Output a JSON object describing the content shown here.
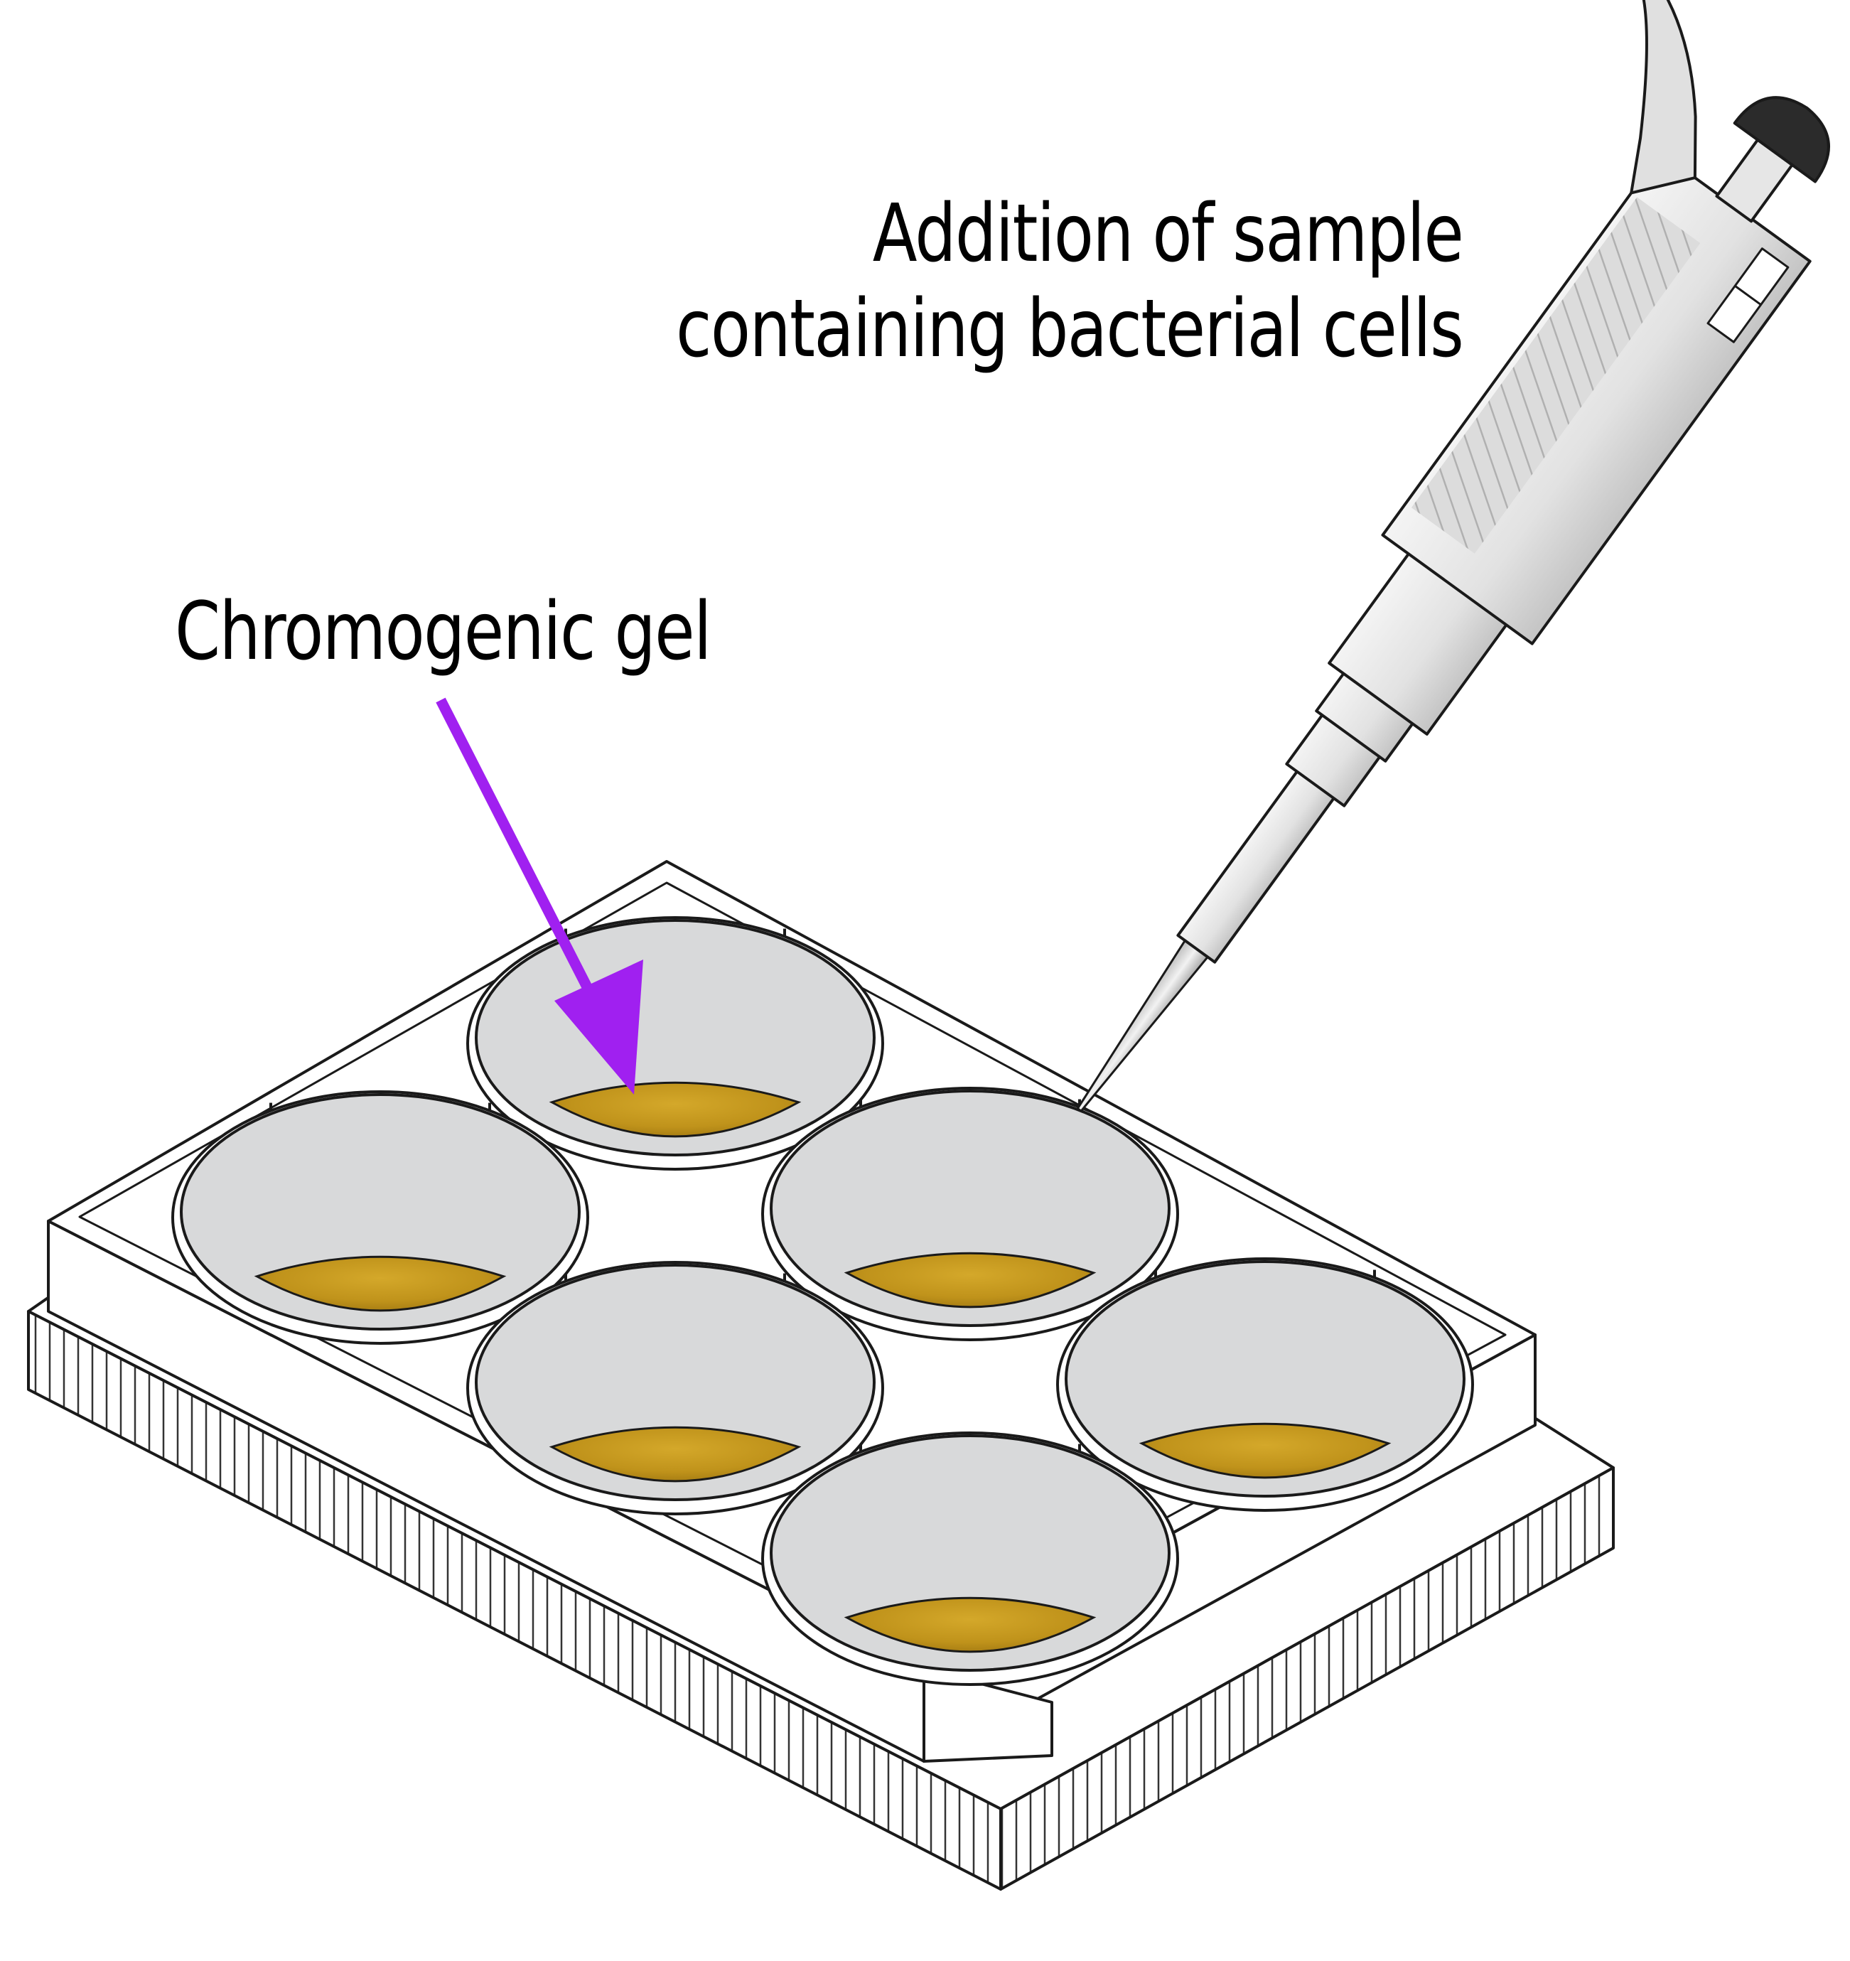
{
  "labels": {
    "pipette_line1": "Addition of sample",
    "pipette_line2": "containing bacterial cells",
    "gel": "Chromogenic gel"
  },
  "colors": {
    "background": "#ffffff",
    "outline": "#1a1a1a",
    "well_interior": "#d8d9da",
    "gel": "#c79a1e",
    "gel_dark": "#9c7410",
    "arrow": "#a020f0",
    "pipette_body": "#e8e8e8",
    "pipette_shade": "#c9c9c9",
    "plunger_cap": "#2b2b2b"
  },
  "plate": {
    "wells": 6,
    "layout": "2 x 3"
  },
  "icons": [
    "pipette-icon",
    "well-plate-icon",
    "arrow-icon"
  ]
}
